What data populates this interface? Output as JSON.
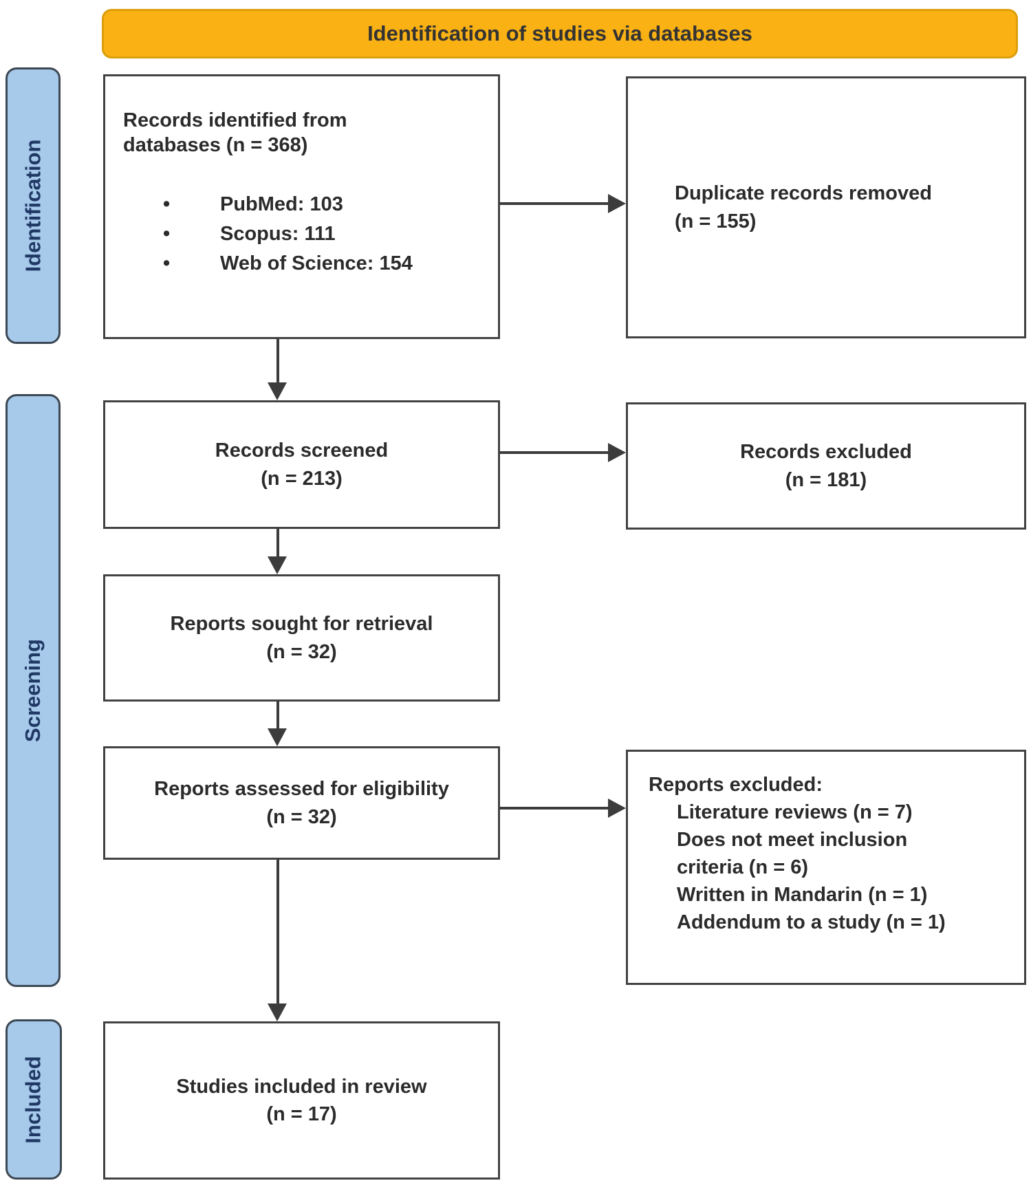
{
  "banner": {
    "title": "Identification of studies via databases"
  },
  "stages": {
    "identification": "Identification",
    "screening": "Screening",
    "included": "Included"
  },
  "bullet_glyph": "•",
  "boxes": {
    "records_identified": {
      "text": "Records identified from\ndatabases (n = 368)",
      "bullets": [
        "PubMed: 103",
        "Scopus: 111",
        "Web of Science: 154"
      ]
    },
    "duplicate_records_removed": {
      "text": "Duplicate records removed\n(n = 155)"
    },
    "records_screened": {
      "text": "Records screened\n(n = 213)"
    },
    "records_excluded": {
      "text": "Records excluded\n(n = 181)"
    },
    "reports_sought": {
      "text": "Reports sought for retrieval\n(n = 32)"
    },
    "reports_assessed": {
      "text": "Reports assessed for eligibility\n(n = 32)"
    },
    "reports_excluded": {
      "title": "Reports excluded:",
      "reasons": [
        "Literature reviews (n = 7)",
        "Does not meet inclusion\ncriteria (n = 6)",
        "Written in Mandarin (n = 1)",
        "Addendum to a study (n = 1)"
      ]
    },
    "studies_included": {
      "text": "Studies included in review\n(n = 17)"
    }
  },
  "colors": {
    "banner_fill": "#F9B114",
    "banner_border": "#DC9E0B",
    "stage_fill": "#A7C9EA",
    "stage_border": "#3C4854",
    "stage_text": "#1F3864",
    "box_border": "#424242",
    "arrow": "#3C3C3C",
    "text": "#2B2B2B"
  }
}
